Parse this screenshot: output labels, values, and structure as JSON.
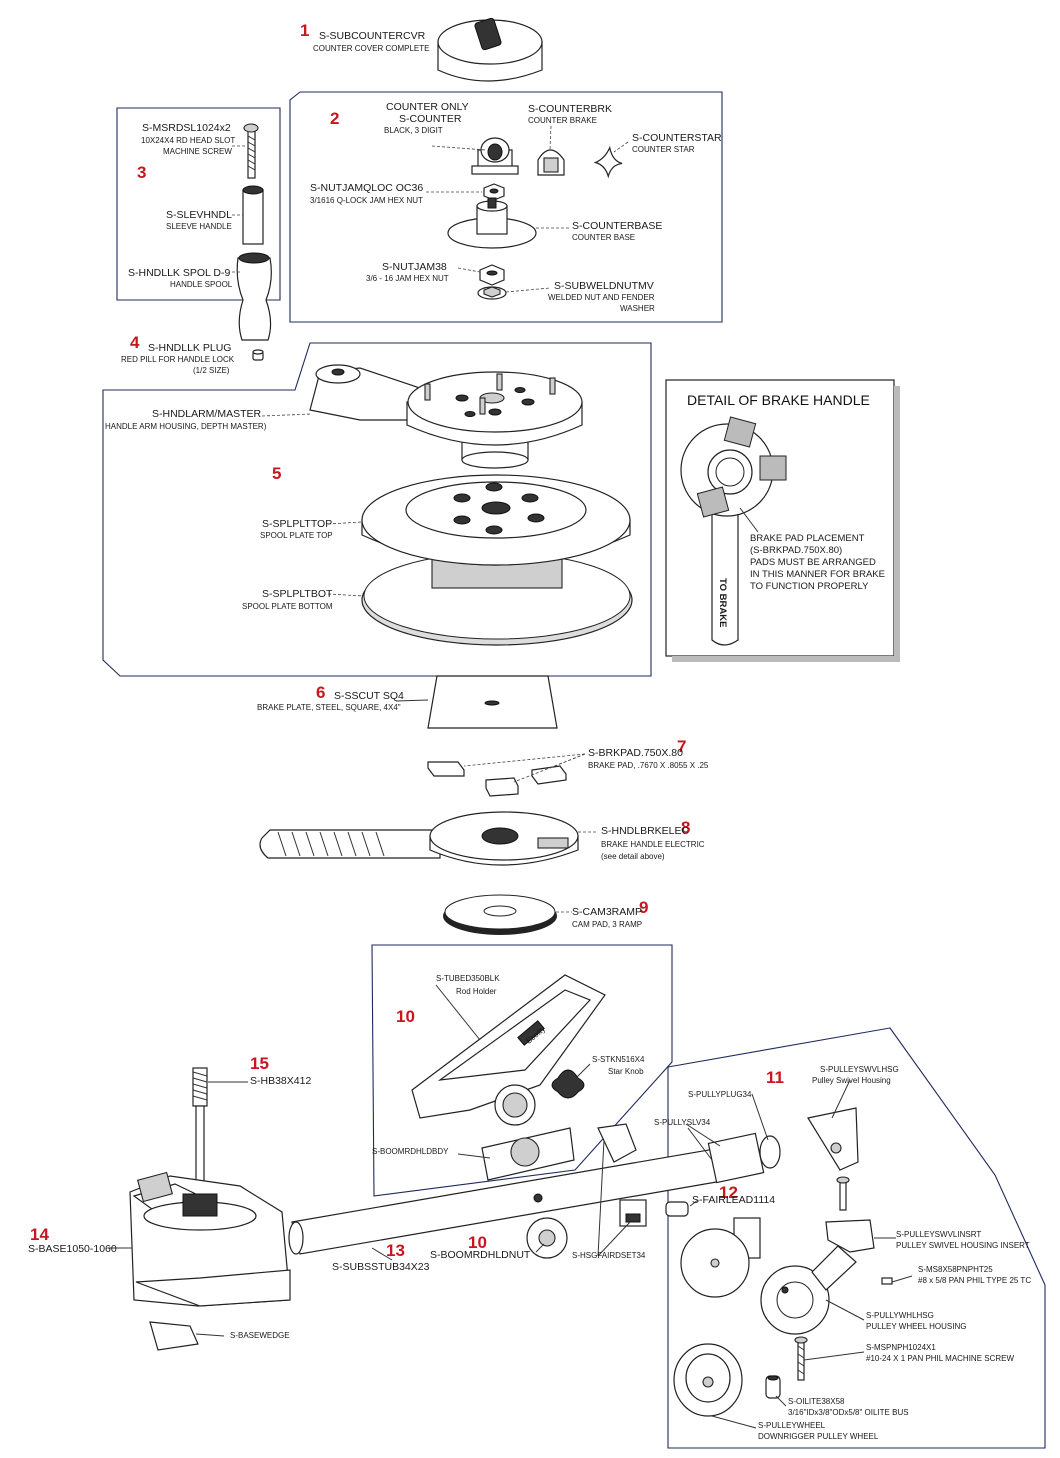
{
  "callouts": [
    {
      "num": "1",
      "part": "S-SUBCOUNTERCVR",
      "desc": [
        "COUNTER COVER COMPLETE"
      ]
    },
    {
      "num": "2",
      "part": "",
      "desc": []
    },
    {
      "num": "3",
      "part": "",
      "desc": []
    },
    {
      "num": "4",
      "part": "S-HNDLLK PLUG",
      "desc": [
        "RED PILL FOR HANDLE LOCK",
        "(1/2 SIZE)"
      ]
    },
    {
      "num": "5",
      "part": "",
      "desc": []
    },
    {
      "num": "6",
      "part": "S-SSCUT SQ4",
      "desc": [
        "BRAKE PLATE, STEEL, SQUARE, 4X4\""
      ]
    },
    {
      "num": "7",
      "part": "S-BRKPAD.750X.80",
      "desc": [
        "BRAKE PAD, .7670 X .8055 X .25"
      ]
    },
    {
      "num": "8",
      "part": "S-HNDLBRKELEC",
      "desc": [
        "BRAKE HANDLE ELECTRIC",
        "(see detail above)"
      ]
    },
    {
      "num": "9",
      "part": "S-CAM3RAMP",
      "desc": [
        "CAM PAD, 3 RAMP"
      ]
    },
    {
      "num": "10",
      "part": "",
      "desc": []
    },
    {
      "num": "10",
      "part": "S-BOOMRDHLDNUT",
      "desc": []
    },
    {
      "num": "11",
      "part": "",
      "desc": []
    },
    {
      "num": "12",
      "part": "S-FAIRLEAD1114",
      "desc": []
    },
    {
      "num": "13",
      "part": "S-SUBSSTUB34X23",
      "desc": []
    },
    {
      "num": "14",
      "part": "S-BASE1050-1060",
      "desc": []
    },
    {
      "num": "15",
      "part": "S-HB38X412",
      "desc": []
    }
  ],
  "labels": [
    {
      "part": "S-MSRDSL1024x2",
      "desc": [
        "10X24X4 RD HEAD SLOT",
        "MACHINE SCREW"
      ]
    },
    {
      "part": "S-SLEVHNDL",
      "desc": [
        "SLEEVE HANDLE"
      ]
    },
    {
      "part": "S-HNDLLK SPOL D-9",
      "desc": [
        "HANDLE SPOOL"
      ]
    },
    {
      "part": "COUNTER ONLY",
      "desc": [
        "S-COUNTER",
        "BLACK, 3 DIGIT"
      ]
    },
    {
      "part": "S-COUNTERBRK",
      "desc": [
        "COUNTER BRAKE"
      ]
    },
    {
      "part": "S-COUNTERSTAR",
      "desc": [
        "COUNTER STAR"
      ]
    },
    {
      "part": "S-NUTJAMQLOC OC36",
      "desc": [
        "3/1616 Q-LOCK JAM HEX NUT"
      ]
    },
    {
      "part": "S-COUNTERBASE",
      "desc": [
        "COUNTER BASE"
      ]
    },
    {
      "part": "S-NUTJAM38",
      "desc": [
        "3/6 - 16 JAM HEX NUT"
      ]
    },
    {
      "part": "S-SUBWELDNUTMV",
      "desc": [
        "WELDED NUT AND FENDER",
        "WASHER"
      ]
    },
    {
      "part": "S-HNDLARM/MASTER",
      "desc": [
        "HANDLE ARM HOUSING, DEPTH MASTER)"
      ]
    },
    {
      "part": "S-SPLPLTTOP",
      "desc": [
        "SPOOL PLATE TOP"
      ]
    },
    {
      "part": "S-SPLPLTBOT",
      "desc": [
        "SPOOL PLATE BOTTOM"
      ]
    },
    {
      "part": "S-TUBED350BLK",
      "desc": [
        "Rod Holder"
      ]
    },
    {
      "part": "S-STKN516X4",
      "desc": [
        "Star Knob"
      ]
    },
    {
      "part": "S-BOOMRDHLDBDY",
      "desc": []
    },
    {
      "part": "S-PULLYPLUG34",
      "desc": []
    },
    {
      "part": "S-PULLYSLV34",
      "desc": []
    },
    {
      "part": "S-HSGFAIRDSET34",
      "desc": []
    },
    {
      "part": "S-BASEWEDGE",
      "desc": []
    },
    {
      "part": "S-PULLEYSWVLHSG",
      "desc": [
        "Pulley  Swivel Housing"
      ]
    },
    {
      "part": "S-PULLEYSWVLINSRT",
      "desc": [
        "PULLEY SWIVEL HOUSING INSERT"
      ]
    },
    {
      "part": "S-MS8X58PNPHT25",
      "desc": [
        "#8 x 5/8 PAN PHIL TYPE 25 TC"
      ]
    },
    {
      "part": "S-PULLYWHLHSG",
      "desc": [
        "PULLEY WHEEL HOUSING"
      ]
    },
    {
      "part": "S-MSPNPH1024X1",
      "desc": [
        "#10-24 X 1 PAN PHIL MACHINE SCREW"
      ]
    },
    {
      "part": "S-OILITE38X58",
      "desc": [
        "3/16\"IDx3/8\"ODx5/8\" OILITE BUS"
      ]
    },
    {
      "part": "S-PULLEYWHEEL",
      "desc": [
        "DOWNRIGGER PULLEY WHEEL"
      ]
    }
  ],
  "detail": {
    "title": "DETAIL OF BRAKE HANDLE",
    "note": [
      "BRAKE PAD PLACEMENT",
      "(S-BRKPAD.750X.80)",
      "PADS MUST BE ARRANGED",
      "IN THIS MANNER FOR BRAKE",
      "TO FUNCTION PROPERLY"
    ],
    "arrow_label": "TO BRAKE"
  },
  "logos": {
    "rod_holder": "Scotty"
  }
}
